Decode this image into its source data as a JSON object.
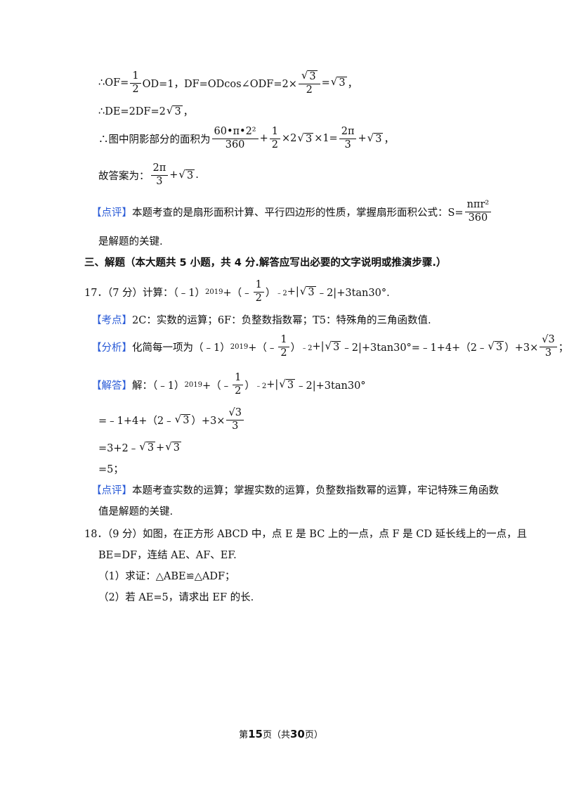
{
  "lines": {
    "l1_a": "∴OF=",
    "l1_frac_num": "1",
    "l1_frac_den": "2",
    "l1_b": "OD=1，DF=ODcos∠ODF=2×",
    "l1_sqrt3_a": "3",
    "l1_frac2_den": "2",
    "l1_c": "=",
    "l1_sqrt3_b": "3",
    "l1_d": "，",
    "l2_a": "∴DE=2DF=2",
    "l2_sqrt": "3",
    "l2_b": "，",
    "l3_a": "∴图中阴影部分的面积为",
    "l3_frac_num": "60•π•2²",
    "l3_frac_den": "360",
    "l3_b": "+",
    "l3_frac2_num": "1",
    "l3_frac2_den": "2",
    "l3_c": "×2",
    "l3_sqrt": "3",
    "l3_d": "×1=",
    "l3_frac3_num": "2π",
    "l3_frac3_den": "3",
    "l3_e": "+",
    "l3_sqrt2": "3",
    "l3_f": "，",
    "l4_a": "故答案为：",
    "l4_frac_num": "2π",
    "l4_frac_den": "3",
    "l4_b": "+",
    "l4_sqrt": "3",
    "l4_c": "."
  },
  "review1": {
    "tag": "【点评】",
    "text": "本题考查的是扇形面积计算、平行四边形的性质，掌握扇形面积公式：S=",
    "frac_num": "nπr²",
    "frac_den": "360",
    "cont": "是解题的关键."
  },
  "section3": {
    "title": "三、解题（本大题共 5 小题，共 4 分.解答应写出必要的文字说明或推演步骤.）"
  },
  "q17": {
    "title_a": "17．（7 分）计算：（﹣1）",
    "exp": "2019",
    "title_b": "+（﹣",
    "frac_num": "1",
    "frac_den": "2",
    "title_c": "）",
    "exp2": "﹣2",
    "title_d": "+|",
    "sqrt": "3",
    "title_e": "﹣2|+3tan30°.",
    "kd_tag": "【考点】",
    "kd_text": "2C：实数的运算；6F：负整数指数幂；T5：特殊角的三角函数值.",
    "fx_tag": "【分析】",
    "fx_a": "化简每一项为（﹣1）",
    "fx_exp": "2019",
    "fx_b": "+（﹣",
    "fx_frac_num": "1",
    "fx_frac_den": "2",
    "fx_c": "）",
    "fx_exp2": "﹣2",
    "fx_d": "+|",
    "fx_sqrt": "3",
    "fx_e": "﹣2|+3tan30°=﹣1+4+（2﹣",
    "fx_sqrt2": "3",
    "fx_f": "）+3×",
    "fx_frac2_num": "√3",
    "fx_frac2_den": "3",
    "fx_g": "；",
    "jd_tag": "【解答】",
    "jd_a": "解：（﹣1）",
    "jd_exp": "2019",
    "jd_b": "+（﹣",
    "jd_frac_num": "1",
    "jd_frac_den": "2",
    "jd_c": "）",
    "jd_exp2": "﹣2",
    "jd_d": "+|",
    "jd_sqrt": "3",
    "jd_e": "﹣2|+3tan30°",
    "s1_a": "=﹣1+4+（2﹣",
    "s1_sqrt": "3",
    "s1_b": "）+3×",
    "s1_frac_num": "√3",
    "s1_frac_den": "3",
    "s2_a": "=3+2﹣",
    "s2_sqrt": "3",
    "s2_b": "+",
    "s2_sqrt2": "3",
    "s3": "=5；",
    "py_tag": "【点评】",
    "py_text": "本题考查实数的运算；掌握实数的运算，负整数指数幂的运算，牢记特殊三角函数",
    "py_cont": "值是解题的关键."
  },
  "q18": {
    "line1": "18．（9 分）如图，在正方形 ABCD 中，点 E 是 BC 上的一点，点 F 是 CD 延长线上的一点，且",
    "line2": "BE=DF，连结 AE、AF、EF.",
    "part1": "（1）求证：△ABE≌△ADF；",
    "part2": "（2）若 AE=5，请求出 EF 的长."
  },
  "footer": {
    "pre": "第",
    "page": "15",
    "mid": "页（共",
    "total": "30",
    "post": "页）"
  }
}
